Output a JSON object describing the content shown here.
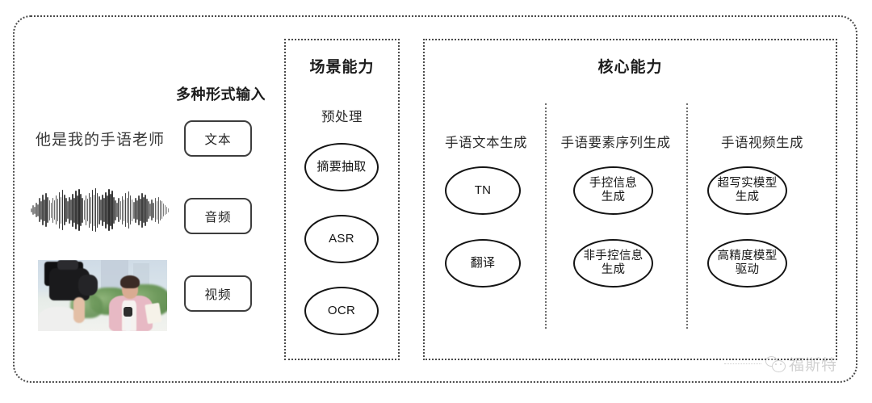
{
  "diagram": {
    "title_hidden": "",
    "input_section": {
      "heading": "多种形式输入",
      "sample_text": "他是我的手语老师",
      "modalities": [
        {
          "label": "文本",
          "media": "text-sample"
        },
        {
          "label": "音频",
          "media": "audio-waveform"
        },
        {
          "label": "视频",
          "media": "video-thumbnail"
        }
      ]
    },
    "scene_section": {
      "title": "场景能力",
      "columns": [
        {
          "title": "预处理",
          "nodes": [
            "摘要抽取",
            "ASR",
            "OCR"
          ]
        }
      ]
    },
    "core_section": {
      "title": "核心能力",
      "columns": [
        {
          "title": "手语文本生成",
          "nodes": [
            "TN",
            "翻译"
          ]
        },
        {
          "title": "手语要素序列生成",
          "nodes": [
            "手控信息\n生成",
            "非手控信息\n生成"
          ]
        },
        {
          "title": "手语视频生成",
          "nodes": [
            "超写实模型\n生成",
            "高精度模型\n驱动"
          ]
        }
      ]
    },
    "watermark": {
      "text": "福斯特",
      "icon": "wechat-icon"
    },
    "colors": {
      "border": "#4a4a4a",
      "node_stroke": "#141414",
      "text": "#222222",
      "divider": "#707070",
      "background": "#ffffff"
    }
  }
}
